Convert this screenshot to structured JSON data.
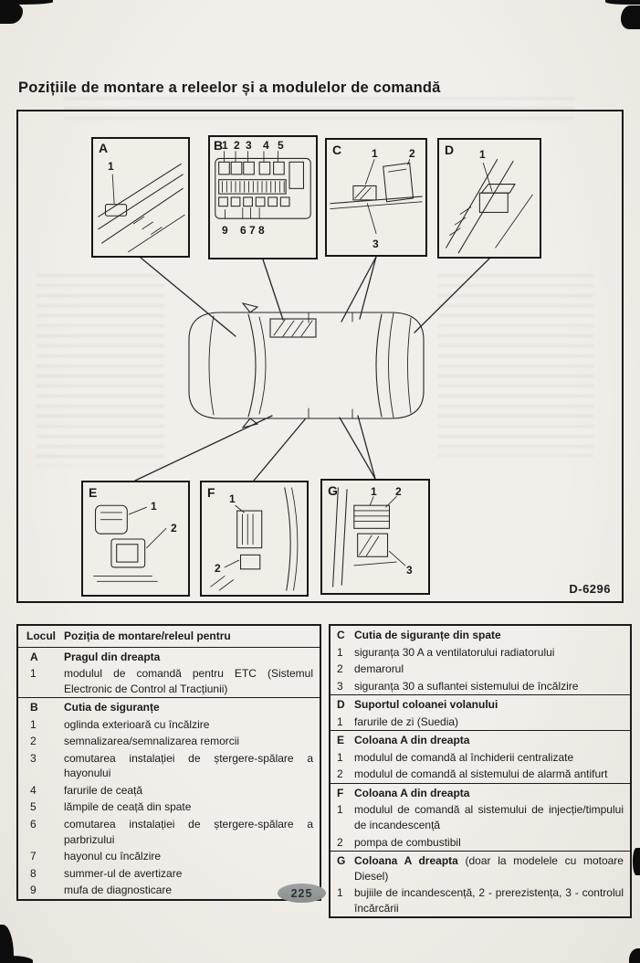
{
  "page": {
    "title": "Pozițiile de montare a releelor și a modulelor de comandă",
    "page_number": "225"
  },
  "colors": {
    "paper": "#efece6",
    "ink": "#1a1a1a",
    "badge": "#96999a"
  },
  "diagram": {
    "figure_code": "D-6296",
    "boxes": {
      "A": {
        "label": "A",
        "callouts": [
          "1"
        ]
      },
      "B": {
        "label": "B",
        "top_numbers": [
          "1",
          "2",
          "3",
          "4",
          "5"
        ],
        "bottom_numbers": [
          "9",
          "6",
          "7",
          "8"
        ]
      },
      "C": {
        "label": "C",
        "callouts": [
          "1",
          "2",
          "3"
        ]
      },
      "D": {
        "label": "D",
        "callouts": [
          "1"
        ]
      },
      "E": {
        "label": "E",
        "callouts": [
          "1",
          "2"
        ]
      },
      "F": {
        "label": "F",
        "callouts": [
          "1",
          "2"
        ]
      },
      "G": {
        "label": "G",
        "callouts": [
          "1",
          "2",
          "3"
        ]
      }
    }
  },
  "table": {
    "header": {
      "col1": "Locul",
      "col2": "Poziția de montare/releul pentru"
    },
    "left_sections": [
      {
        "label": "A",
        "title": "Pragul din dreapta",
        "items": [
          {
            "num": "1",
            "text": "modulul de comandă pentru ETC (Sistemul Electronic de Control al Tracțiunii)"
          }
        ]
      },
      {
        "label": "B",
        "title": "Cutia de siguranțe",
        "items": [
          {
            "num": "1",
            "text": "oglinda exterioară cu încălzire"
          },
          {
            "num": "2",
            "text": "semnalizarea/semnalizarea remorcii"
          },
          {
            "num": "3",
            "text": "comutarea instalației de ștergere-spălare a hayonului"
          },
          {
            "num": "4",
            "text": "farurile de ceață"
          },
          {
            "num": "5",
            "text": "lămpile de ceață din spate"
          },
          {
            "num": "6",
            "text": "comutarea instalației de ștergere-spălare a parbrizului"
          },
          {
            "num": "7",
            "text": "hayonul cu încălzire"
          },
          {
            "num": "8",
            "text": "summer-ul de avertizare"
          },
          {
            "num": "9",
            "text": "mufa de diagnosticare"
          }
        ]
      }
    ],
    "right_sections": [
      {
        "label": "C",
        "title": "Cutia de siguranțe din spate",
        "items": [
          {
            "num": "1",
            "text": "siguranța 30 A a ventilatorului radiatorului"
          },
          {
            "num": "2",
            "text": "demarorul"
          },
          {
            "num": "3",
            "text": "siguranța 30 a suflantei sistemului de încălzire"
          }
        ]
      },
      {
        "label": "D",
        "title": "Suportul coloanei volanului",
        "items": [
          {
            "num": "1",
            "text": "farurile de zi (Suedia)"
          }
        ]
      },
      {
        "label": "E",
        "title": "Coloana A din dreapta",
        "items": [
          {
            "num": "1",
            "text": "modulul de comandă al închiderii centralizate"
          },
          {
            "num": "2",
            "text": "modulul de comandă al sistemului de alarmă antifurt"
          }
        ]
      },
      {
        "label": "F",
        "title": "Coloana A din dreapta",
        "items": [
          {
            "num": "1",
            "text": "modulul de comandă al sistemului de injecție/timpului de incandescență"
          },
          {
            "num": "2",
            "text": "pompa de combustibil"
          }
        ]
      },
      {
        "label": "G",
        "title": "Coloana A dreapta",
        "title_note": "(doar la modelele cu motoare Diesel)",
        "items": [
          {
            "num": "1",
            "text": "bujiile de incandescență, 2 - prerezistența, 3 - controlul încărcării"
          }
        ]
      }
    ]
  }
}
